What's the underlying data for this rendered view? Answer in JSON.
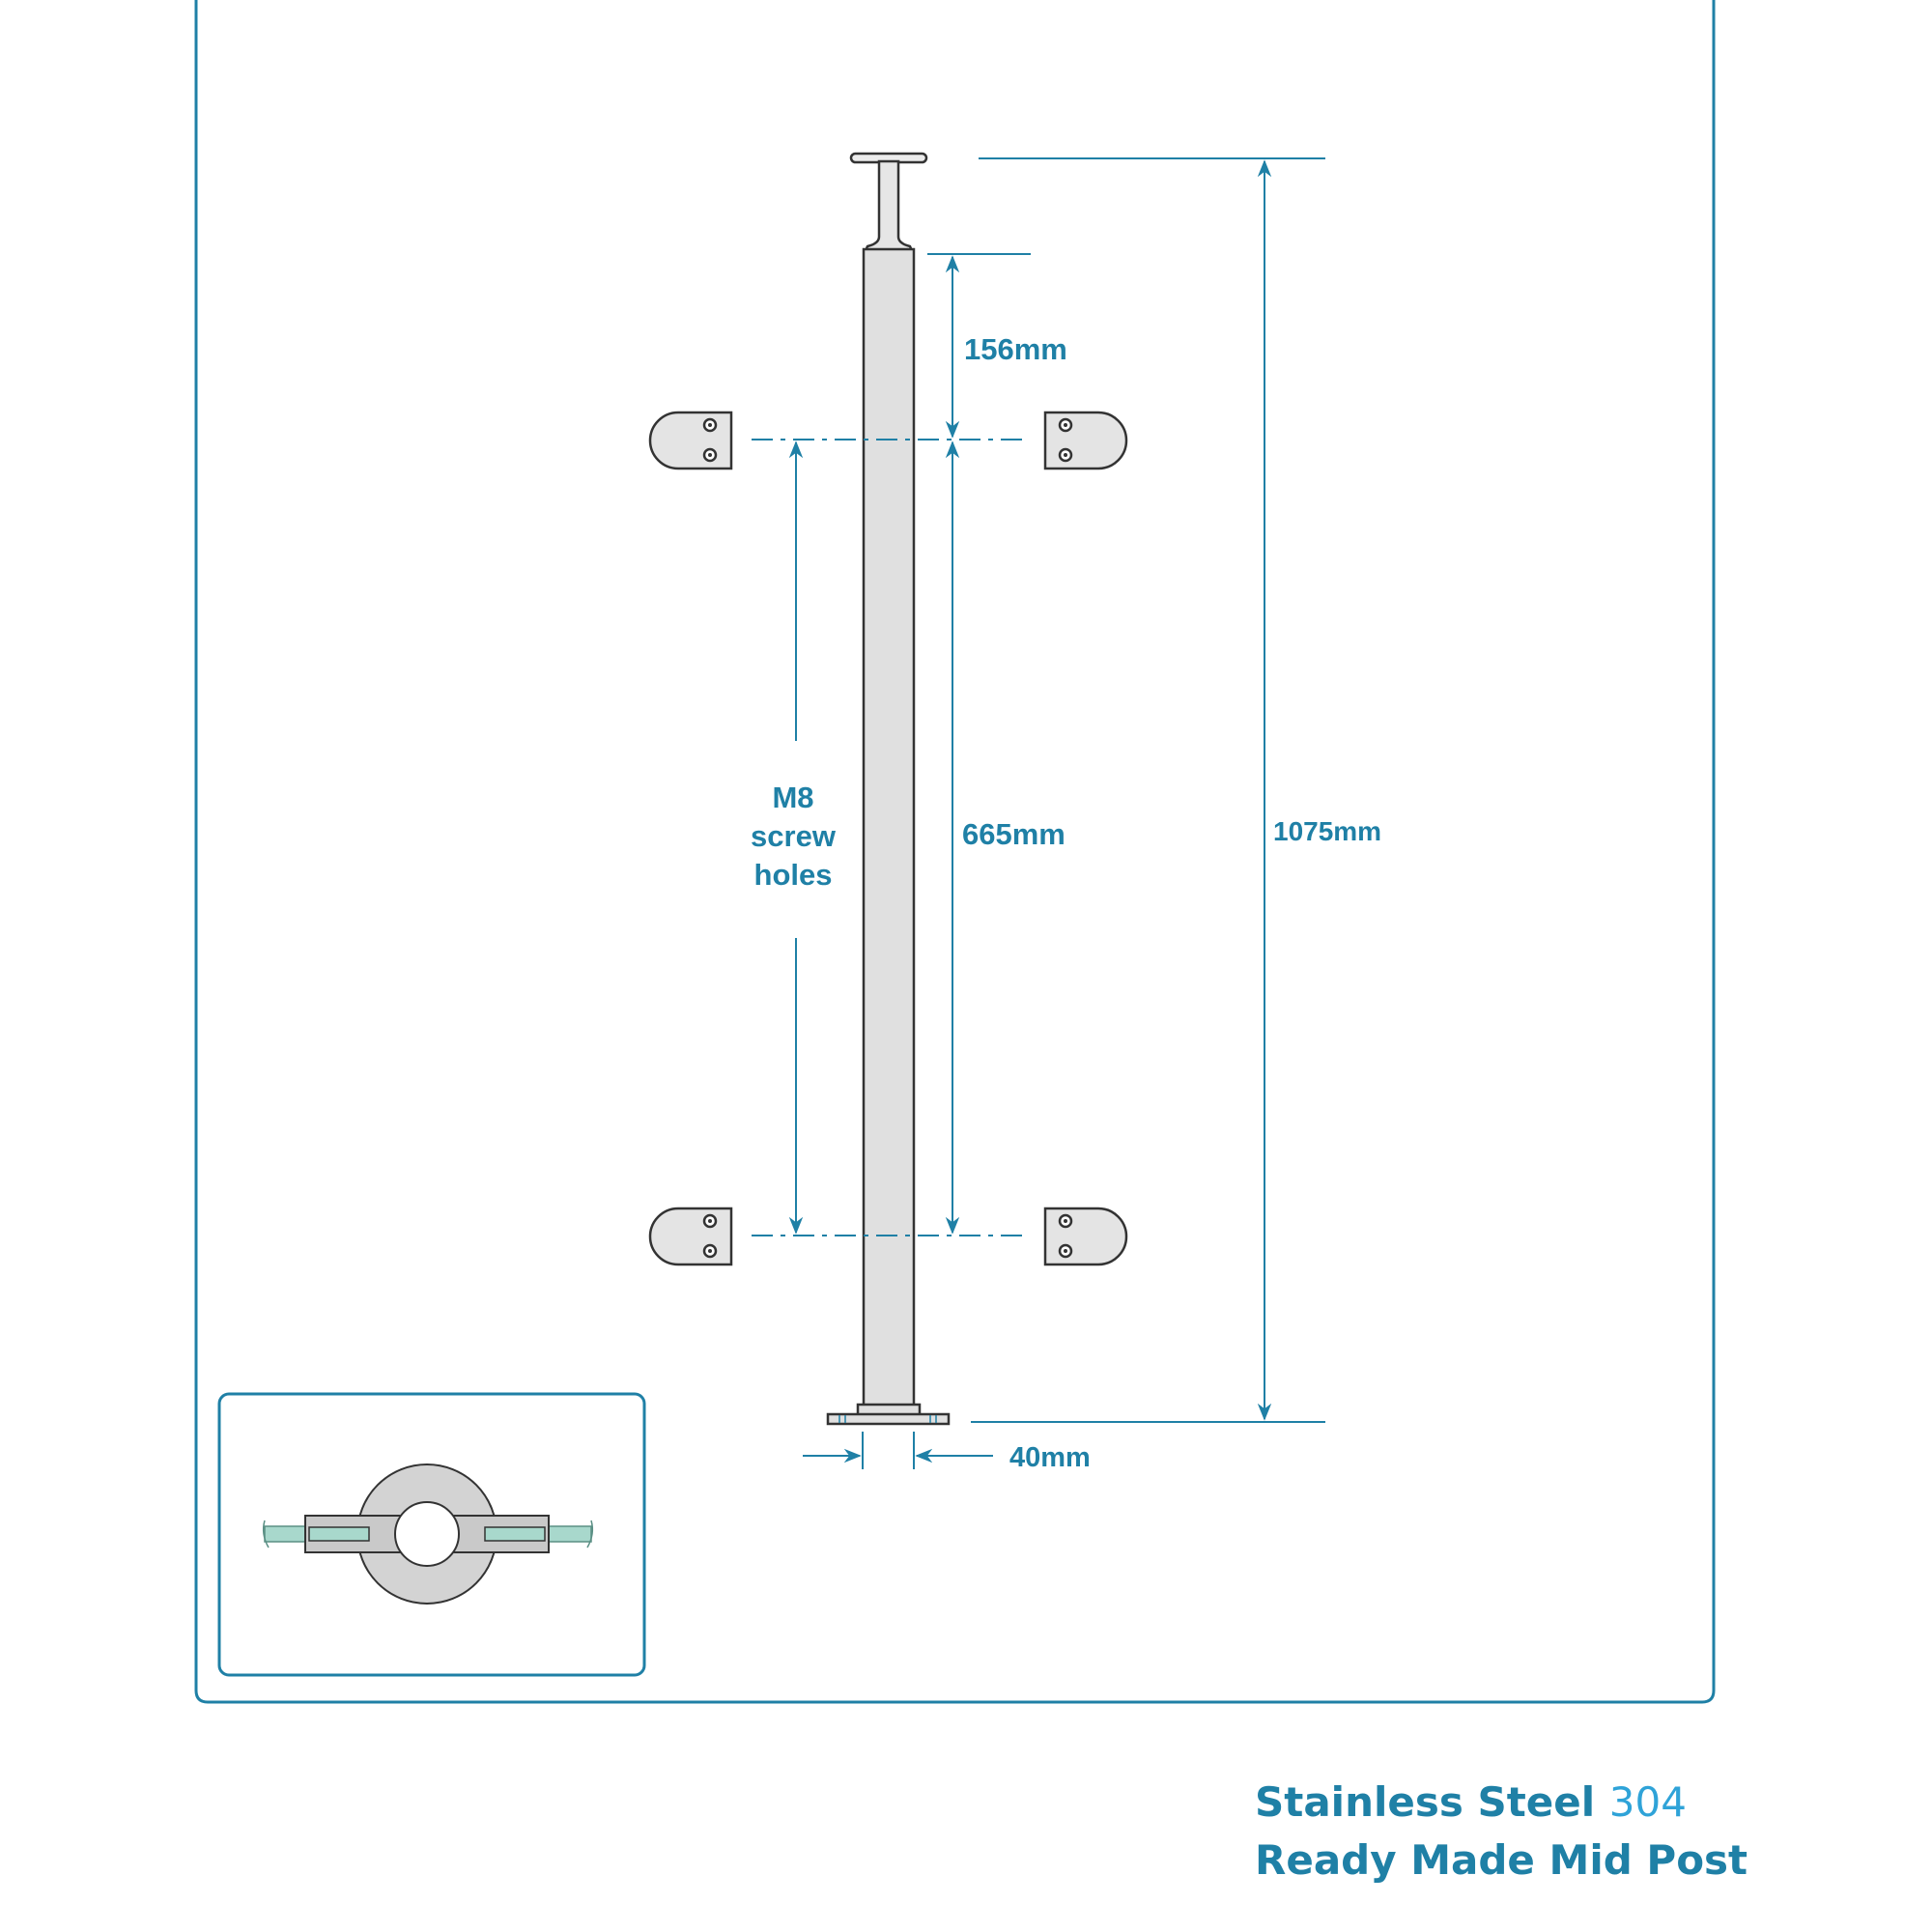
{
  "diagram": {
    "dimensions": {
      "top_segment": "156mm",
      "hole_spacing": "665mm",
      "total_height": "1075mm",
      "post_width": "40mm"
    },
    "note": {
      "line1": "M8",
      "line2": "screw",
      "line3": "holes"
    }
  },
  "caption": {
    "line1_prefix": "Stainless Steel ",
    "line1_grade": "304",
    "line2": "Ready Made Mid Post"
  },
  "colors": {
    "accent": "#1f80a6",
    "grade_accent": "#2fa3d8",
    "outline": "#333333",
    "steel": "#e0e0e0",
    "glass": "#a8d8cc"
  }
}
